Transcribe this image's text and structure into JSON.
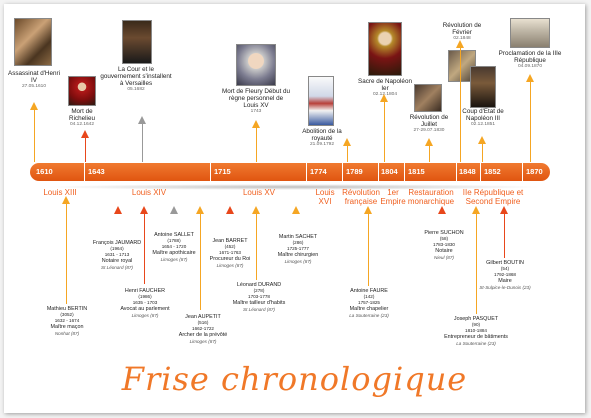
{
  "title": "Frise chronologique",
  "colors": {
    "bar": "#e8631a",
    "orange_arrow": "#f5a623",
    "red_arrow": "#e8471b",
    "grey_arrow": "#999999",
    "reign_text": "#f06020"
  },
  "years": [
    "1610",
    "1643",
    "1715",
    "1774",
    "1789",
    "1804",
    "1815",
    "1848",
    "1852",
    "1870"
  ],
  "reigns": [
    "Louis XIII",
    "Louis XIV",
    "Louis XV",
    "Louis XVI",
    "Révolution française",
    "1er Empire",
    "Restauration monarchique",
    "IIe République et Second Empire"
  ],
  "events": [
    {
      "label": "Assassinat d'Henri IV",
      "date": "27.05.1610"
    },
    {
      "label": "Mort de Richelieu",
      "date": "04.12.1642"
    },
    {
      "label": "La Cour et le gouvernement s'installent à Versailles",
      "date": "05.1682"
    },
    {
      "label": "Mort de Fleury Début du règne personnel de Louis XV",
      "date": "1743"
    },
    {
      "label": "Abolition de la royauté",
      "date": "21.09.1792"
    },
    {
      "label": "Sacre de Napoléon Ier",
      "date": "02.12.1804"
    },
    {
      "label": "Révolution de Juillet",
      "date": "27-29.07.1830"
    },
    {
      "label": "Révolution de Février",
      "date": "02.1848"
    },
    {
      "label": "Coup d'Etat de Napoléon III",
      "date": "02.12.1851"
    },
    {
      "label": "Proclamation de la IIIe République",
      "date": "04.09.1870"
    }
  ],
  "people": [
    {
      "name": "Mathieu BERTIN",
      "num": "(3052)",
      "dates": "1632 - 1674",
      "job": "Maître maçon",
      "place": "Nonhat (87)"
    },
    {
      "name": "François JAUMARD",
      "num": "(1964)",
      "dates": "1631 - 1713",
      "job": "Notaire royal",
      "place": "St Léonard (87)"
    },
    {
      "name": "Henri FAUCHER",
      "num": "(1986)",
      "dates": "1635 - 1703",
      "job": "Avocat au parlement",
      "place": "Limoges (87)"
    },
    {
      "name": "Antoine SALLET",
      "num": "(1788)",
      "dates": "1654 - 1720",
      "job": "Maître apothicaire",
      "place": "Limoges (87)"
    },
    {
      "name": "Jean AUPETIT",
      "num": "(516)",
      "dates": "1662-1722",
      "job": "Archer de la prévôté",
      "place": "Limoges (87)"
    },
    {
      "name": "Jean BARRET",
      "num": "(452)",
      "dates": "1671-1763",
      "job": "Procureur du Roi",
      "place": "Limoges (87)"
    },
    {
      "name": "Léonard DURAND",
      "num": "(278)",
      "dates": "1703-1778",
      "job": "Maître tailleur d'habits",
      "place": "St Léonard (87)"
    },
    {
      "name": "Martin SACHET",
      "num": "(286)",
      "dates": "1725-1777",
      "job": "Maître chirurgien",
      "place": "Limoges (87)"
    },
    {
      "name": "Antoine FAURE",
      "num": "(142)",
      "dates": "1757-1825",
      "job": "Maître chapelier",
      "place": "La Souterraine (23)"
    },
    {
      "name": "Pierre SUCHON",
      "num": "(58)",
      "dates": "1783-1830",
      "job": "Notaire",
      "place": "Nieul (87)"
    },
    {
      "name": "Joseph PASQUET",
      "num": "(90)",
      "dates": "1810-1884",
      "job": "Entrepreneur de bâtiments",
      "place": "La Souterraine (23)"
    },
    {
      "name": "Gilbert BOUTIN",
      "num": "(54)",
      "dates": "1792-1868",
      "job": "Maire",
      "place": "St-Sulpice-le-Dunois (23)"
    }
  ]
}
